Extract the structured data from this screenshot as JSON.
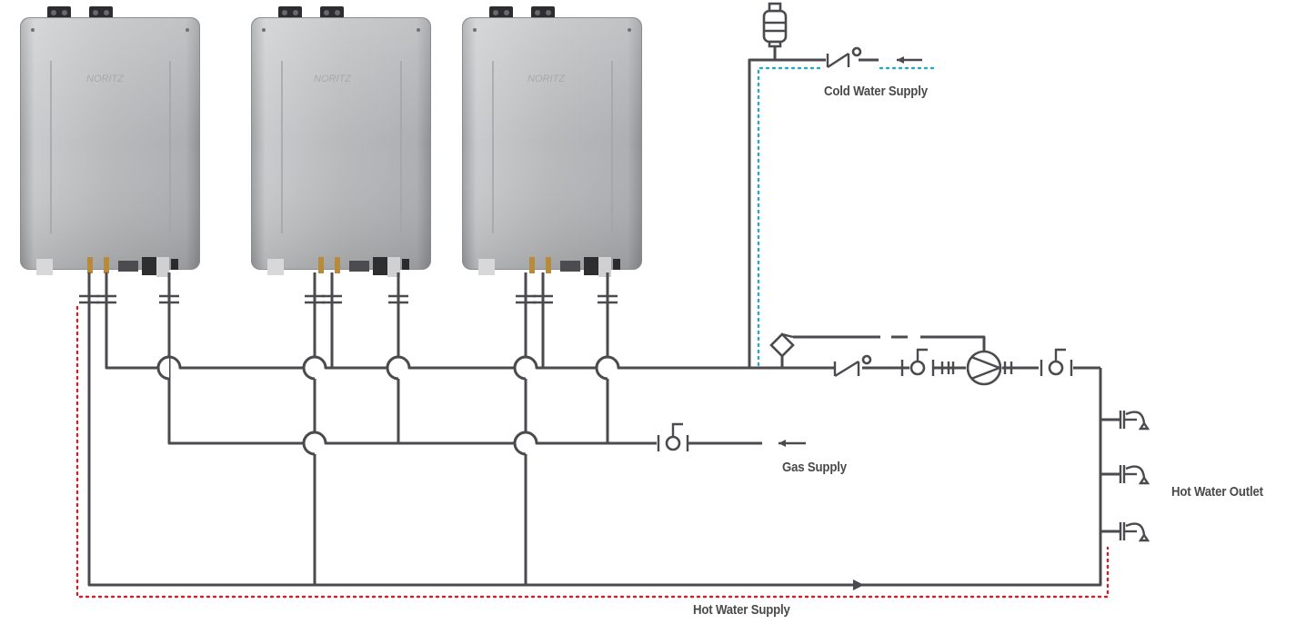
{
  "labels": {
    "cold_water_supply": "Cold Water Supply",
    "gas_supply": "Gas Supply",
    "hot_water_outlet": "Hot Water Outlet",
    "hot_water_supply": "Hot Water Supply"
  },
  "heater_brand": "NORITZ",
  "colors": {
    "pipe": "#4b4b4f",
    "cold_water_trace": "#2aa7c4",
    "hot_water_trace": "#c8232c",
    "heater_body": "#b9babc",
    "label_text": "#4a4a4a"
  },
  "heaters": [
    {
      "id": "heater-1"
    },
    {
      "id": "heater-2"
    },
    {
      "id": "heater-3"
    }
  ],
  "icons": [
    "expansion-tank-icon",
    "check-valve-icon",
    "ball-valve-icon",
    "union-icon",
    "circulation-pump-icon",
    "strainer-icon",
    "faucet-icon",
    "gas-valve-icon",
    "flow-arrow-icon"
  ]
}
